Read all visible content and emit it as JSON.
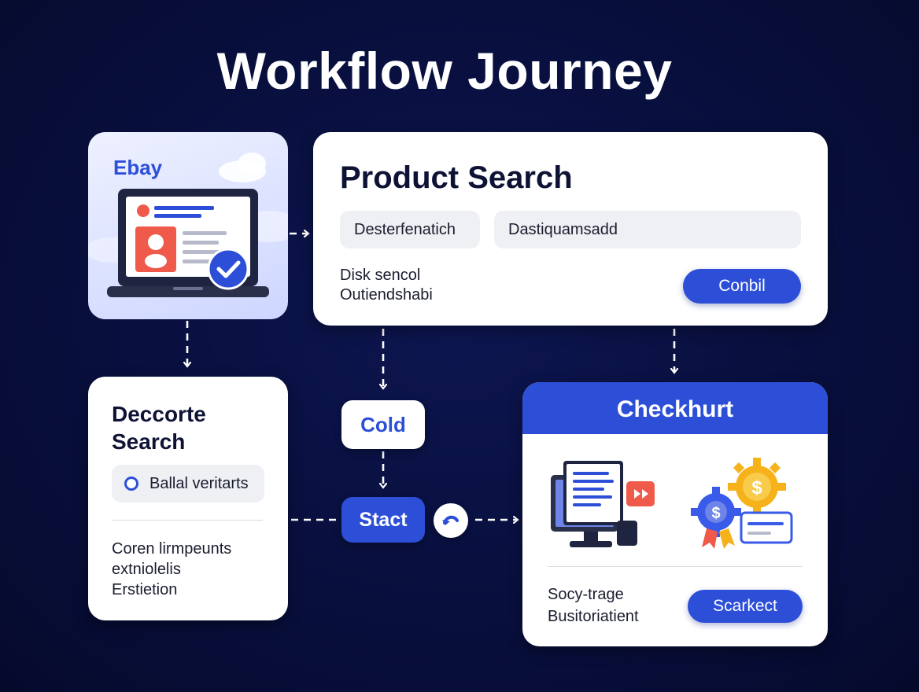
{
  "title": "Workflow Journey",
  "brand": {
    "name": "Ebay"
  },
  "product_search": {
    "title": "Product Search",
    "chip_1": "Desterfenatich",
    "chip_2": "Dastiquamsadd",
    "sub_line_1": "Disk sencol",
    "sub_line_2": "Outiendshabi",
    "button": "Conbil"
  },
  "deccorte": {
    "title": "Deccorte Search",
    "option": "Ballal veritarts",
    "body_line_1": "Coren lirmpeunts",
    "body_line_2": "extniolelis",
    "body_line_3": "Erstietion"
  },
  "middle": {
    "cold": "Cold",
    "stact": "Stact"
  },
  "checkout": {
    "title": "Checkhurt",
    "text_line_1": "Socy-trage",
    "text_line_2": "Busitoriatient",
    "button": "Scarkect"
  },
  "colors": {
    "accent": "#2d4fd8",
    "background": "#080f3d",
    "card": "#ffffff"
  }
}
